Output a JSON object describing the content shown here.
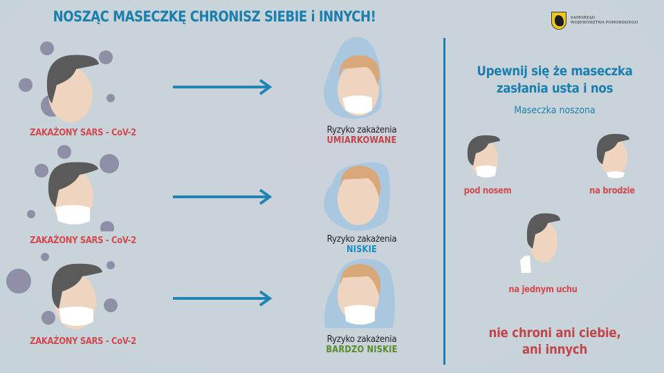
{
  "header": {
    "title": "NOSZĄC MASECZKĘ CHRONISZ SIEBIE i INNYCH!",
    "logo": {
      "line1": "SAMORZĄD",
      "line2": "WOJEWÓDZTWA POMORSKIEGO",
      "icon": "griffin-coat-of-arms-icon"
    }
  },
  "colors": {
    "title_blue": "#1a7fae",
    "infected_red": "#d24a4f",
    "moderate_red": "#c0464b",
    "low_blue": "#1a8dc2",
    "very_low_green": "#5a8a2a",
    "arrow_blue": "#1f83b3",
    "background": "#c9d3da"
  },
  "scenarios": [
    {
      "infected_label": "ZAKAŻONY SARS - CoV-2",
      "infected_mask": false,
      "receiver_mask": true,
      "risk_prefix": "Ryzyko zakażenia",
      "risk_level": "UMIARKOWANE",
      "risk_color": "#c0464b"
    },
    {
      "infected_label": "ZAKAŻONY SARS - CoV-2",
      "infected_mask": true,
      "receiver_mask": false,
      "risk_prefix": "Ryzyko zakażenia",
      "risk_level": "NISKIE",
      "risk_color": "#1a8dc2"
    },
    {
      "infected_label": "ZAKAŻONY SARS - CoV-2",
      "infected_mask": true,
      "receiver_mask": true,
      "risk_prefix": "Ryzyko zakażenia",
      "risk_level": "BARDZO NISKIE",
      "risk_color": "#5a8a2a"
    }
  ],
  "right_panel": {
    "heading_line1": "Upewnij się że maseczka",
    "heading_line2": "zasłania usta i nos",
    "subheading": "Maseczka noszona",
    "wrong_ways": [
      {
        "label": "pod nosem"
      },
      {
        "label": "na brodzie"
      },
      {
        "label": "na jednym uchu"
      }
    ],
    "conclusion_line1": "nie chroni ani ciebie,",
    "conclusion_line2": "ani innych"
  }
}
